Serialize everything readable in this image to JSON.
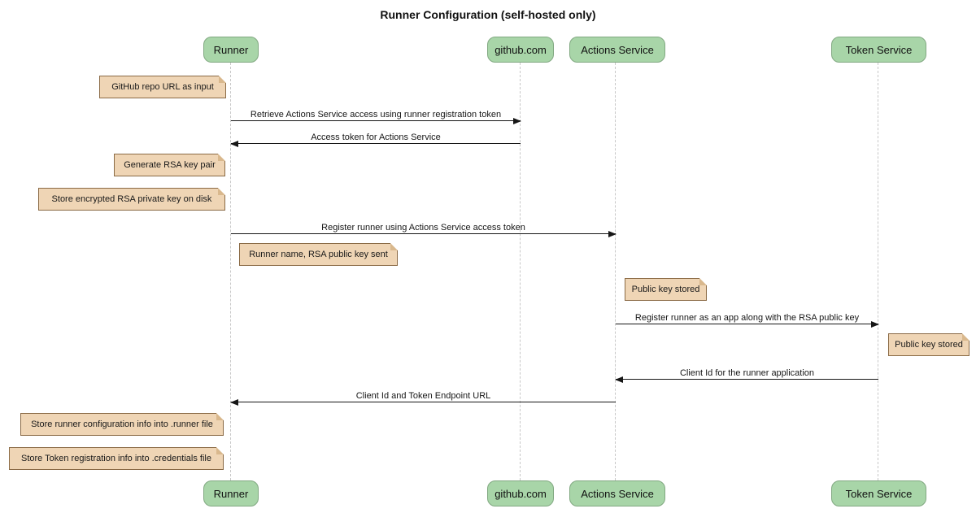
{
  "title": "Runner Configuration (self-hosted only)",
  "diagram_type": "sequence",
  "participants": [
    {
      "label": "Runner"
    },
    {
      "label": "github.com"
    },
    {
      "label": "Actions Service"
    },
    {
      "label": "Token Service"
    }
  ],
  "messages": [
    {
      "text": "Retrieve Actions Service access using runner registration token",
      "from": "Runner",
      "to": "github.com"
    },
    {
      "text": "Access token for Actions Service",
      "from": "github.com",
      "to": "Runner"
    },
    {
      "text": "Register runner using Actions Service access token",
      "from": "Runner",
      "to": "Actions Service"
    },
    {
      "text": "Register runner as an app along with the RSA public key",
      "from": "Actions Service",
      "to": "Token Service"
    },
    {
      "text": "Client Id for the runner application",
      "from": "Token Service",
      "to": "Actions Service"
    },
    {
      "text": "Client Id and Token Endpoint URL",
      "from": "Actions Service",
      "to": "Runner"
    }
  ],
  "notes": [
    {
      "text": "GitHub repo URL as input",
      "anchor": "Runner"
    },
    {
      "text": "Generate RSA key pair",
      "anchor": "Runner"
    },
    {
      "text": "Store encrypted RSA private key on disk",
      "anchor": "Runner"
    },
    {
      "text": "Runner name, RSA public key sent",
      "anchor": "Runner"
    },
    {
      "text": "Public key stored",
      "anchor": "Actions Service"
    },
    {
      "text": "Public key stored",
      "anchor": "Token Service"
    },
    {
      "text": "Store runner configuration info into .runner file",
      "anchor": "Runner"
    },
    {
      "text": "Store Token registration info into .credentials file",
      "anchor": "Runner"
    }
  ],
  "colors": {
    "background": "#ffffff",
    "participant_fill": "#a8d5a8",
    "participant_border": "#81a881",
    "note_fill": "#efd5b5",
    "note_border": "#8a6a45",
    "note_fold": "#d9b88d",
    "lifeline": "#c8c8c8",
    "arrow": "#161616",
    "text": "#111111"
  }
}
